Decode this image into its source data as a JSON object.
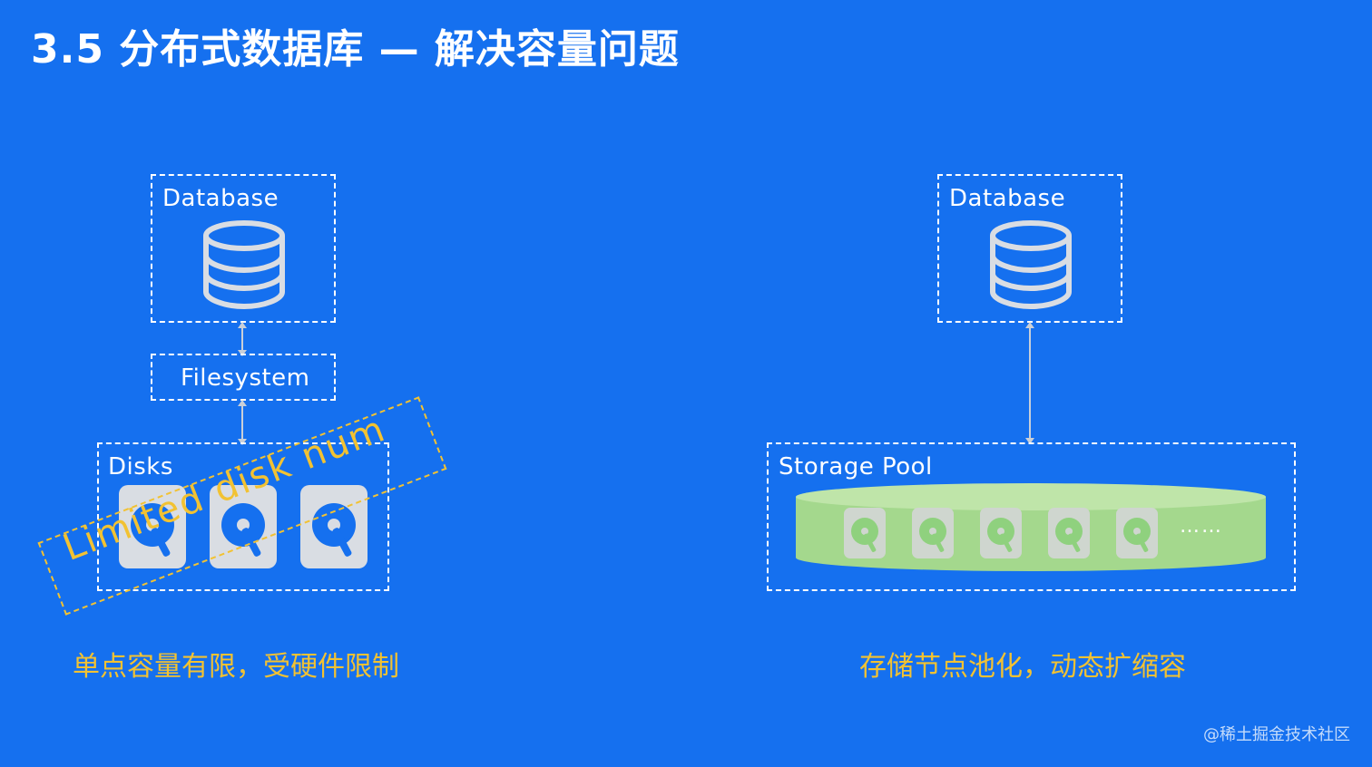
{
  "title": "3.5 分布式数据库 — 解决容量问题",
  "left": {
    "database_label": "Database",
    "filesystem_label": "Filesystem",
    "disks_label": "Disks",
    "stamp": "Limited disk num",
    "caption": "单点容量有限，受硬件限制"
  },
  "right": {
    "database_label": "Database",
    "storage_pool_label": "Storage Pool",
    "ellipsis": "……",
    "caption": "存储节点池化，动态扩缩容"
  },
  "watermark": "@稀土掘金技术社区",
  "colors": {
    "background": "#1570ef",
    "accent": "#f2c232",
    "pool": "#a4d88d"
  },
  "icons": [
    "database-icon",
    "hard-disk-icon"
  ]
}
